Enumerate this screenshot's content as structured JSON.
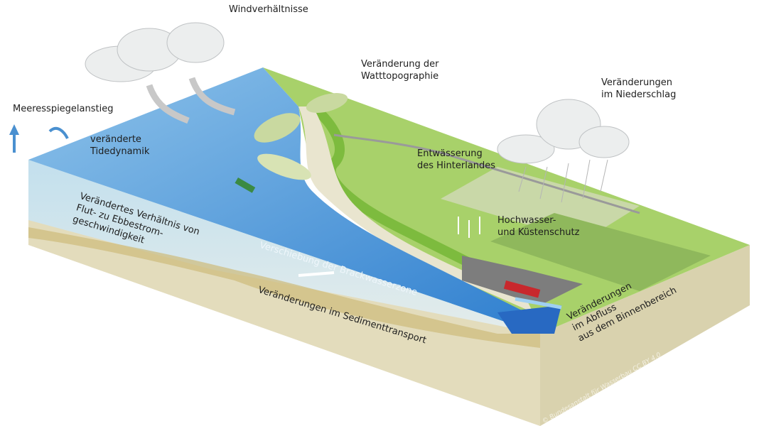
{
  "labels": {
    "wind": "Windverhältnisse",
    "sea_level": "Meeresspiegelanstieg",
    "tide": [
      "veränderte",
      "Tidedynamik"
    ],
    "wadden": [
      "Veränderung der",
      "Watttopographie"
    ],
    "precipitation": [
      "Veränderungen",
      "im Niederschlag"
    ],
    "drainage": [
      "Entwässerung",
      "des Hinterlandes"
    ],
    "flood": [
      "Hochwasser-",
      "und Küstenschutz"
    ],
    "flow_ratio": [
      "Verändertes Verhältnis von",
      "Flut- zu Ebbestrom-",
      "geschwindigkeit"
    ],
    "brackish": "Verschiebung der Brackwasserzone",
    "sediment": "Veränderungen im Sedimenttransport",
    "discharge": [
      "Veränderungen",
      "im Abfluss",
      "aus dem Binnenbereich"
    ]
  },
  "copyright": "© Bundesanstalt für Wasserbau CC BY 4.0",
  "colors": {
    "sea": "#3f8fd4",
    "land": "#9ccb5a",
    "sediment": "#ddd6b4",
    "tidal_flat": "#c9d9a0"
  }
}
